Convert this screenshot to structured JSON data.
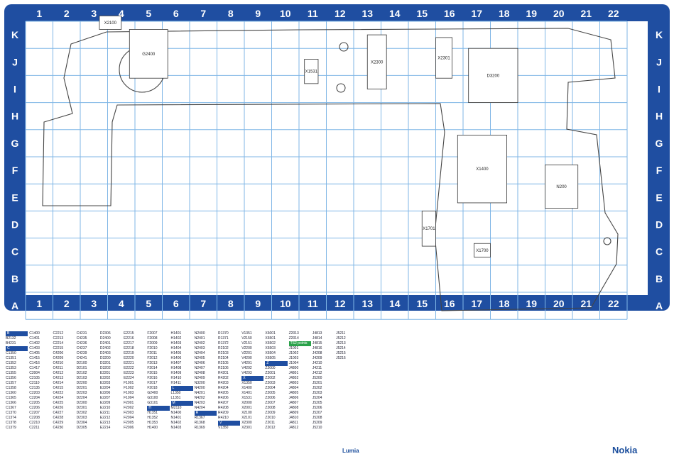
{
  "cols": [
    "1",
    "2",
    "3",
    "4",
    "5",
    "6",
    "7",
    "8",
    "9",
    "10",
    "11",
    "12",
    "13",
    "14",
    "15",
    "16",
    "17",
    "18",
    "19",
    "20",
    "21",
    "22"
  ],
  "rows": [
    "K",
    "J",
    "I",
    "H",
    "G",
    "F",
    "E",
    "D",
    "C",
    "B",
    "A"
  ],
  "components": [
    {
      "label": "X2100",
      "x": 2.7,
      "y": -0.2,
      "w": 0.8,
      "h": 0.5
    },
    {
      "label": "X1531",
      "x": 10.2,
      "y": 1.4,
      "w": 0.5,
      "h": 0.9
    },
    {
      "label": "X2300",
      "x": 12.5,
      "y": 0.5,
      "w": 0.7,
      "h": 2.0
    },
    {
      "label": "X2301",
      "x": 15.0,
      "y": 0.6,
      "w": 0.6,
      "h": 1.5
    },
    {
      "label": "D3200",
      "x": 16.2,
      "y": 1.0,
      "w": 1.8,
      "h": 2.0
    },
    {
      "label": "X1400",
      "x": 15.8,
      "y": 4.2,
      "w": 1.8,
      "h": 2.5
    },
    {
      "label": "N200",
      "x": 19.0,
      "y": 5.3,
      "w": 1.2,
      "h": 1.6
    },
    {
      "label": "G2400",
      "x": 3.8,
      "y": 0.3,
      "w": 1.4,
      "h": 1.8
    },
    {
      "label": "X1700",
      "x": 16.4,
      "y": 8.2,
      "w": 0.6,
      "h": 0.5
    },
    {
      "label": "X1701",
      "x": 14.5,
      "y": 7.0,
      "w": 0.5,
      "h": 1.3
    }
  ],
  "refs": [
    "B",
    "B2132",
    "B4231",
    "C",
    "C1350",
    "C1351",
    "C1352",
    "C1353",
    "C1355",
    "C1356",
    "C1357",
    "C1358",
    "C1360",
    "C1365",
    "C1366",
    "C1367",
    "C1370",
    "C1374",
    "C1378",
    "C1379",
    "C1400",
    "C1401",
    "C1402",
    "C1403",
    "C1405",
    "C1415",
    "C1416",
    "C1417",
    "C2004",
    "C2105",
    "C2110",
    "C2135",
    "C2203",
    "C2204",
    "C2205",
    "C2206",
    "C2207",
    "C2208",
    "C2210",
    "C2211",
    "C2212",
    "C2213",
    "C2214",
    "C2215",
    "C4206",
    "C4209",
    "C4210",
    "C4211",
    "C4212",
    "C4213",
    "C4214",
    "C4215",
    "C4222",
    "C4224",
    "C4225",
    "C4226",
    "C4227",
    "C4228",
    "C4229",
    "C4230",
    "C4231",
    "C4235",
    "C4236",
    "C4237",
    "C4239",
    "C4241",
    "D2100",
    "D2101",
    "D2102",
    "D2103",
    "D2200",
    "D2201",
    "D2203",
    "D2204",
    "D2300",
    "D2301",
    "D2302",
    "D2303",
    "D2304",
    "D2305",
    "D2306",
    "D2400",
    "D2401",
    "D2402",
    "D2403",
    "D3200",
    "D3201",
    "D3202",
    "E2201",
    "E2202",
    "E2203",
    "E2204",
    "E2206",
    "E2207",
    "E2209",
    "E2210",
    "E2211",
    "E2212",
    "E2213",
    "E2214",
    "E2215",
    "E2216",
    "E2217",
    "E2218",
    "E2219",
    "E2220",
    "E2221",
    "E2222",
    "E2223",
    "E2224",
    "F1001",
    "F1002",
    "F1003",
    "F1004",
    "F2001",
    "F2002",
    "F2003",
    "F2004",
    "F2005",
    "F2006",
    "F2007",
    "F2008",
    "F2009",
    "F2010",
    "F2011",
    "F2012",
    "F2013",
    "F2014",
    "F2015",
    "F2016",
    "F2017",
    "F2018",
    "G2400",
    "G3100",
    "G3101",
    "H",
    "H1351",
    "H1352",
    "H1353",
    "H1400",
    "H1401",
    "H1402",
    "H1403",
    "H1404",
    "H1405",
    "H1406",
    "H1407",
    "H1408",
    "H1409",
    "H1410",
    "H1411",
    "L",
    "L1350",
    "L1351",
    "M",
    "M2110",
    "N1400",
    "N1401",
    "N1402",
    "N1403",
    "N2400",
    "N2401",
    "N2402",
    "N2403",
    "N2404",
    "N2405",
    "N2406",
    "N2407",
    "N2408",
    "N2409",
    "N3200",
    "N4200",
    "N4201",
    "N4202",
    "N4203",
    "N4204",
    "R",
    "R1367",
    "R1368",
    "R1369",
    "R1370",
    "R1371",
    "R1372",
    "R2102",
    "R2103",
    "R2104",
    "R2105",
    "R2106",
    "R4201",
    "R4202",
    "R4203",
    "R4204",
    "R4205",
    "R4206",
    "R4207",
    "R4208",
    "R4209",
    "R4210",
    "V",
    "V1350",
    "V1351",
    "V2150",
    "V2151",
    "V2200",
    "V2201",
    "V4290",
    "V4291",
    "V4292",
    "V4293",
    "X",
    "X1350",
    "X1400",
    "X1401",
    "X1531",
    "X2000",
    "X2001",
    "X2100",
    "X2101",
    "X2300",
    "X2301",
    "X6001",
    "X6501",
    "X6502",
    "X6503",
    "X6504",
    "X6505",
    "Z",
    "Z2000",
    "Z2001",
    "Z2002",
    "Z2003",
    "Z2004",
    "Z2005",
    "Z2006",
    "Z2007",
    "Z2008",
    "Z2009",
    "Z2010",
    "Z2011",
    "Z2012",
    "Z2013",
    "Z2014",
    "TS2 points",
    "J1001",
    "J1002",
    "J1003",
    "J1004",
    "J4800",
    "J4801",
    "J4802",
    "J4803",
    "J4804",
    "J4805",
    "J4806",
    "J4807",
    "J4808",
    "J4809",
    "J4810",
    "J4811",
    "J4812",
    "J4813",
    "J4814",
    "J4815",
    "J4816",
    "J4208",
    "J4209",
    "J4210",
    "J4211",
    "J4212",
    "J5200",
    "J5201",
    "J5202",
    "J5203",
    "J5204",
    "J5205",
    "J5206",
    "J5207",
    "J5208",
    "J5209",
    "J5210",
    "J5211",
    "J5212",
    "J5213",
    "J5214",
    "J5215",
    "J5216"
  ],
  "footer": {
    "product": "Lumia",
    "brand": "Nokia"
  },
  "colors": {
    "frame": "#1f4ea1",
    "grid": "#7fb6e6",
    "header_text": "#ffffff",
    "tp_badge": "#2aa24a"
  }
}
